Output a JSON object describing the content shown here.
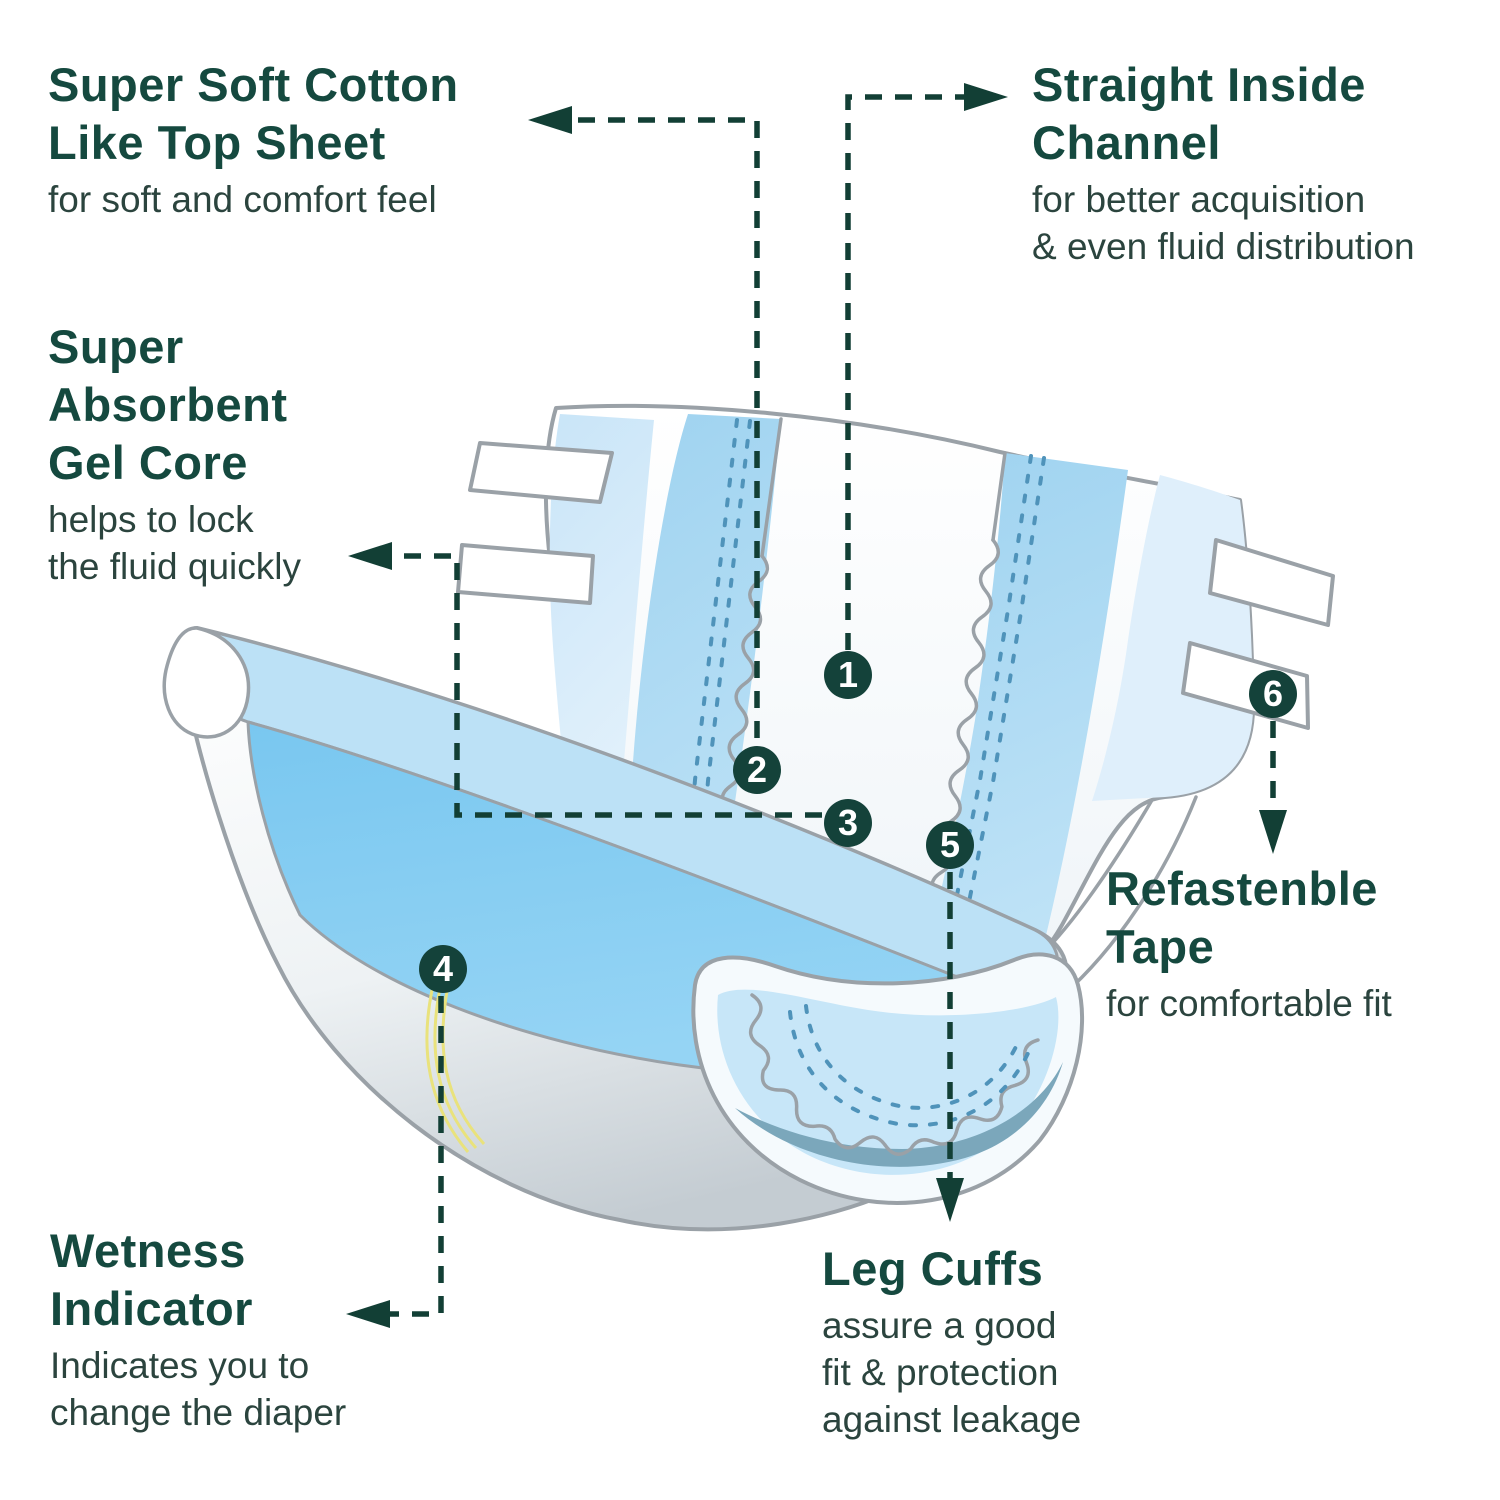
{
  "palette": {
    "background": "#ffffff",
    "title_green": "#15493f",
    "desc_gray_green": "#2b443e",
    "marker_dark_green": "#14423a",
    "connector_dark_green": "#123f35",
    "outline_gray": "#9aa1a7",
    "channel_blue": "#a5d6f2",
    "core_blue": "#7cc9f1",
    "band_light_blue": "#bce1f6",
    "wing_light_blue": "#dfeffb",
    "stitch_blue": "#4f93ba",
    "curl_shadow_blue": "#7ba7bb",
    "wetness_yellow": "#e9e27c"
  },
  "features": {
    "inside_channel": {
      "number": "1",
      "title": "Straight Inside\nChannel",
      "desc": "for better acquisition\n& even fluid distribution"
    },
    "top_sheet": {
      "number": "2",
      "title": "Super Soft Cotton\nLike Top Sheet",
      "desc": "for soft and comfort feel"
    },
    "gel_core": {
      "number": "3",
      "title": "Super\nAbsorbent\nGel Core",
      "desc": "helps to lock\nthe fluid quickly"
    },
    "wetness_indicator": {
      "number": "4",
      "title": "Wetness\nIndicator",
      "desc": "Indicates you to\nchange the diaper"
    },
    "leg_cuffs": {
      "number": "5",
      "title": "Leg Cuffs",
      "desc": "assure a good\nfit & protection\nagainst leakage"
    },
    "refastenable_tape": {
      "number": "6",
      "title": "Refastenble\nTape",
      "desc": "for comfortable fit"
    }
  }
}
